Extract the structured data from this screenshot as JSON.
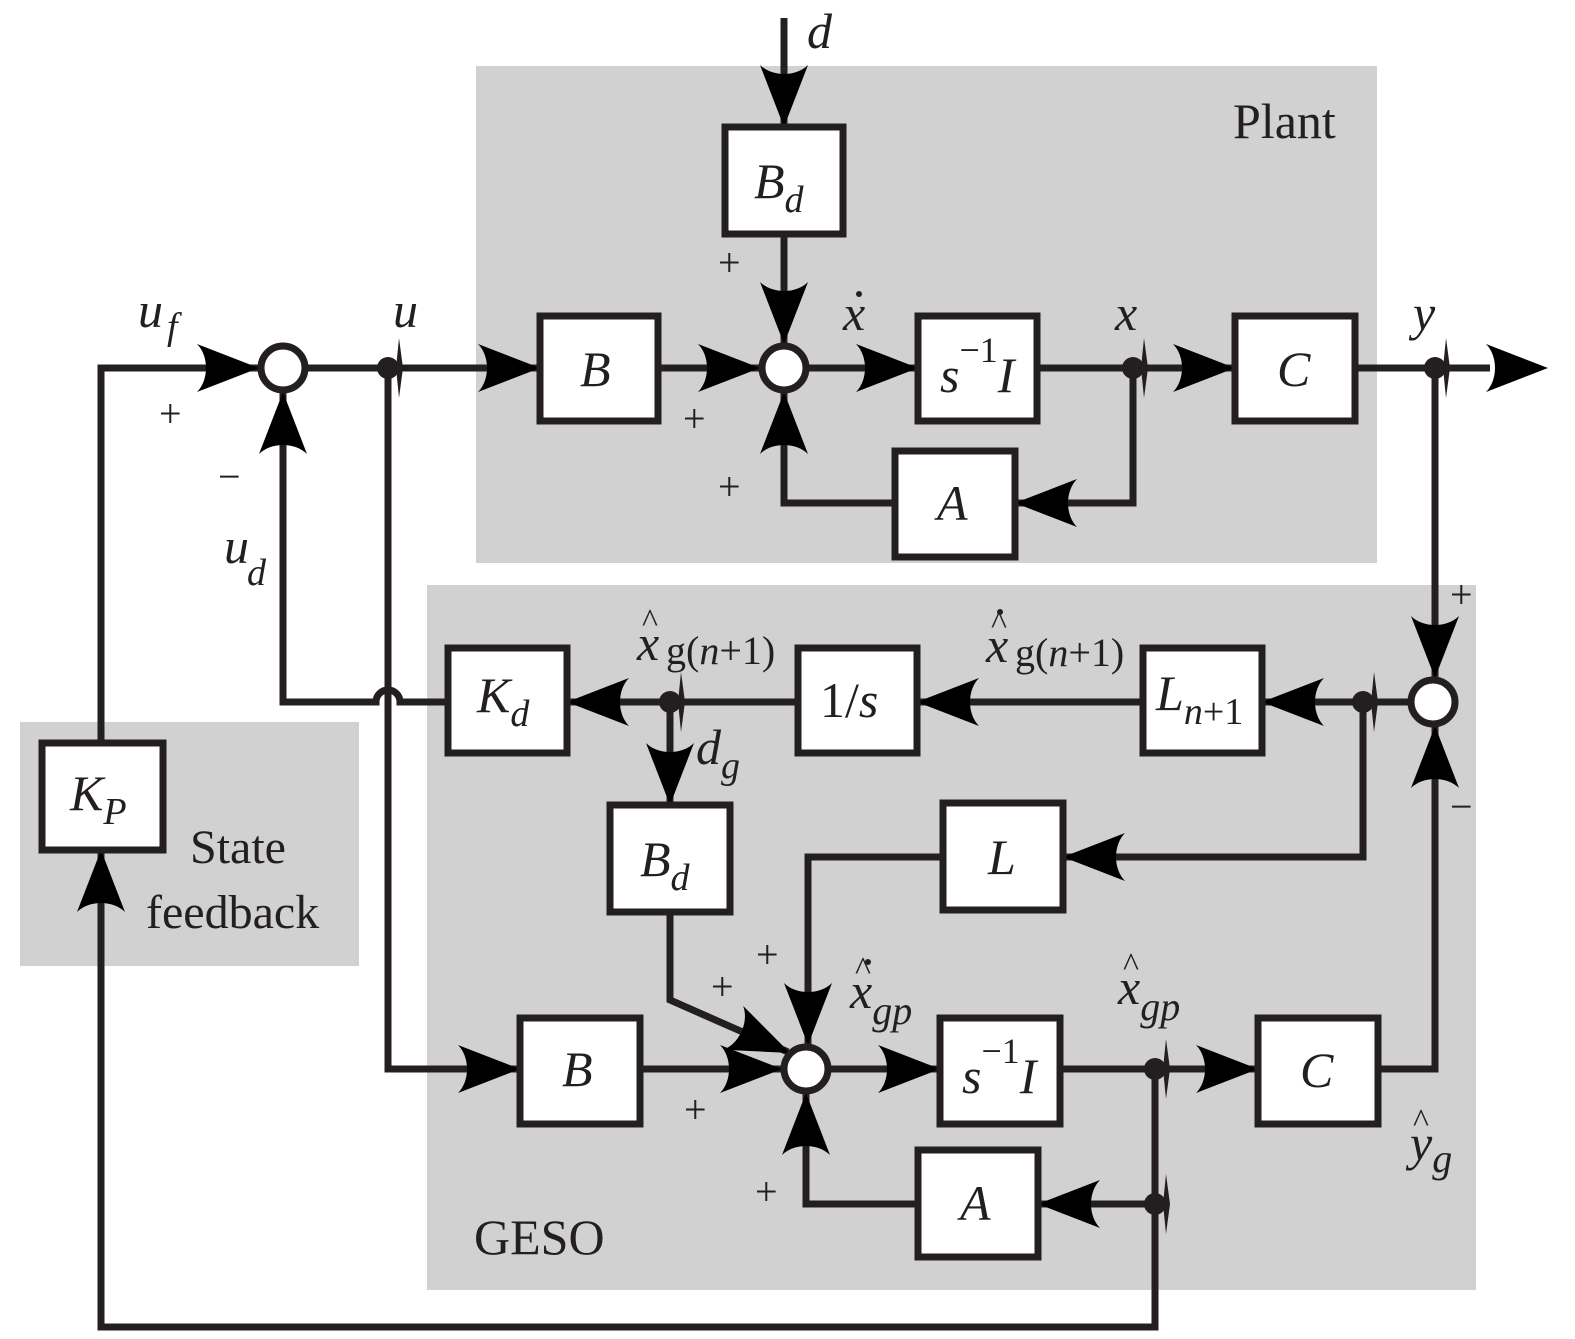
{
  "diagram": {
    "title": "GESO-based disturbance rejection control block diagram",
    "regions": {
      "plant": "Plant",
      "observer": "GESO",
      "state_feedback_line1": "State",
      "state_feedback_line2": "feedback"
    },
    "colors": {
      "region_fill": "#d1d1d1",
      "line": "#231f20",
      "block_fill": "#ffffff"
    },
    "blocks": {
      "plant_Bd": {
        "main": "B",
        "sub": "d"
      },
      "plant_B": {
        "main": "B",
        "sub": ""
      },
      "plant_integrator": {
        "main": "s",
        "sup": "−1",
        "tail": "I"
      },
      "plant_C": {
        "main": "C",
        "sub": ""
      },
      "plant_A": {
        "main": "A",
        "sub": ""
      },
      "Kd": {
        "main": "K",
        "sub": "d"
      },
      "integrator_scalar": {
        "main": "1/",
        "tail": "s"
      },
      "L_n1": {
        "main": "L",
        "sub": "n",
        "sub_tail": "+1"
      },
      "geso_Bd": {
        "main": "B",
        "sub": "d"
      },
      "geso_L": {
        "main": "L",
        "sub": ""
      },
      "geso_B": {
        "main": "B",
        "sub": ""
      },
      "geso_integrator": {
        "main": "s",
        "sup": "−1",
        "tail": "I"
      },
      "geso_C": {
        "main": "C",
        "sub": ""
      },
      "geso_A": {
        "main": "A",
        "sub": ""
      },
      "Kp": {
        "main": "K",
        "sub": "P"
      }
    },
    "signals": {
      "d": "d",
      "u_f": {
        "main": "u",
        "sub": "f"
      },
      "u": "u",
      "u_d": {
        "main": "u",
        "sub": "d"
      },
      "x_dot": "x",
      "x": "x",
      "y": "y",
      "xhat_g_n1": {
        "main": "x",
        "sub_g": "g(",
        "sub_n": "n",
        "sub_tail": "+1)"
      },
      "xhat_dot_g_n1": {
        "main": "x",
        "sub_g": "g(",
        "sub_n": "n",
        "sub_tail": "+1)"
      },
      "d_g": {
        "main": "d",
        "sub": "g"
      },
      "xhat_dot_gp": {
        "main": "x",
        "sub": "gp"
      },
      "xhat_gp": {
        "main": "x",
        "sub": "gp"
      },
      "yhat_g": {
        "main": "y",
        "sub": "g"
      }
    },
    "signs": {
      "plus": "+",
      "minus": "−"
    },
    "junctions": [
      {
        "name": "control-sum",
        "inputs": [
          "u_f (+)",
          "u_d (−)"
        ],
        "output": "u"
      },
      {
        "name": "plant-sum",
        "inputs": [
          "B·u (+)",
          "B_d·d (+)",
          "A·x (+)"
        ],
        "output": "x_dot"
      },
      {
        "name": "output-error-sum",
        "inputs": [
          "y (+)",
          "yhat_g (−)"
        ],
        "output": "error"
      },
      {
        "name": "observer-sum",
        "inputs": [
          "B·u (+)",
          "B_d·d_g (+)",
          "L·error (+)",
          "A·xhat_gp (+)"
        ],
        "output": "xhat_dot_gp"
      }
    ]
  }
}
